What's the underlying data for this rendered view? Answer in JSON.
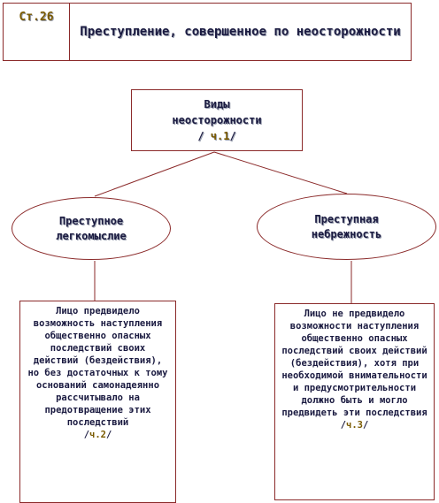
{
  "header": {
    "article_code": "Ст.26",
    "title": "Преступление, совершенное по неосторожности"
  },
  "types": {
    "line1": "Виды",
    "line2": "неосторожности",
    "part_prefix": "/ ",
    "part_label": "ч.1",
    "part_suffix": "/"
  },
  "left": {
    "name": "Преступное легкомыслие",
    "description": "Лицо предвидело возможность наступления общественно опасных последствий своих действий (бездействия), но без достаточных к тому оснований самонадеянно рассчитывало на предотвращение этих последствий",
    "part_prefix": "/",
    "part_label": "ч.2",
    "part_suffix": "/"
  },
  "right": {
    "name": "Преступная небрежность",
    "description": "Лицо не предвидело возможности наступления общественно опасных последствий своих действий (бездействия), хотя при необходимой внимательности и предусмотрительности должно быть и могло предвидеть эти последствия",
    "part_prefix": "/",
    "part_label": "ч.3",
    "part_suffix": "/"
  },
  "colors": {
    "border": "#8b2a2a",
    "text": "#1a1a40",
    "accent": "#7a5a00"
  }
}
